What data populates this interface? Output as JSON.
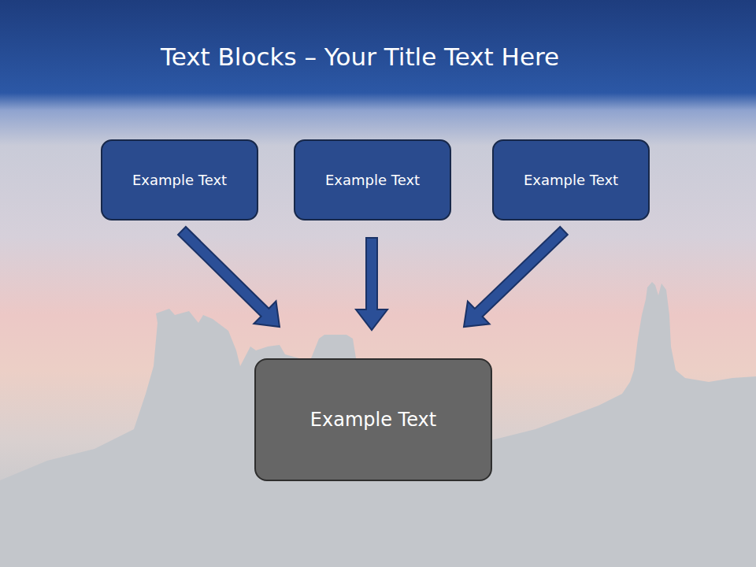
{
  "diagram": {
    "title": "Text Blocks – Your Title Text Here",
    "nodes": [
      {
        "text": [
          "Example Text"
        ]
      },
      {
        "text": [
          "Example Text"
        ]
      },
      {
        "text": [
          "Example Text"
        ]
      },
      {
        "text": [
          "Example Text"
        ]
      }
    ],
    "edges": [
      {
        "from": 0,
        "to": 3,
        "arrow": "to"
      },
      {
        "from": 1,
        "to": 3,
        "arrow": "to"
      },
      {
        "from": 2,
        "to": 3,
        "arrow": "to"
      }
    ]
  }
}
